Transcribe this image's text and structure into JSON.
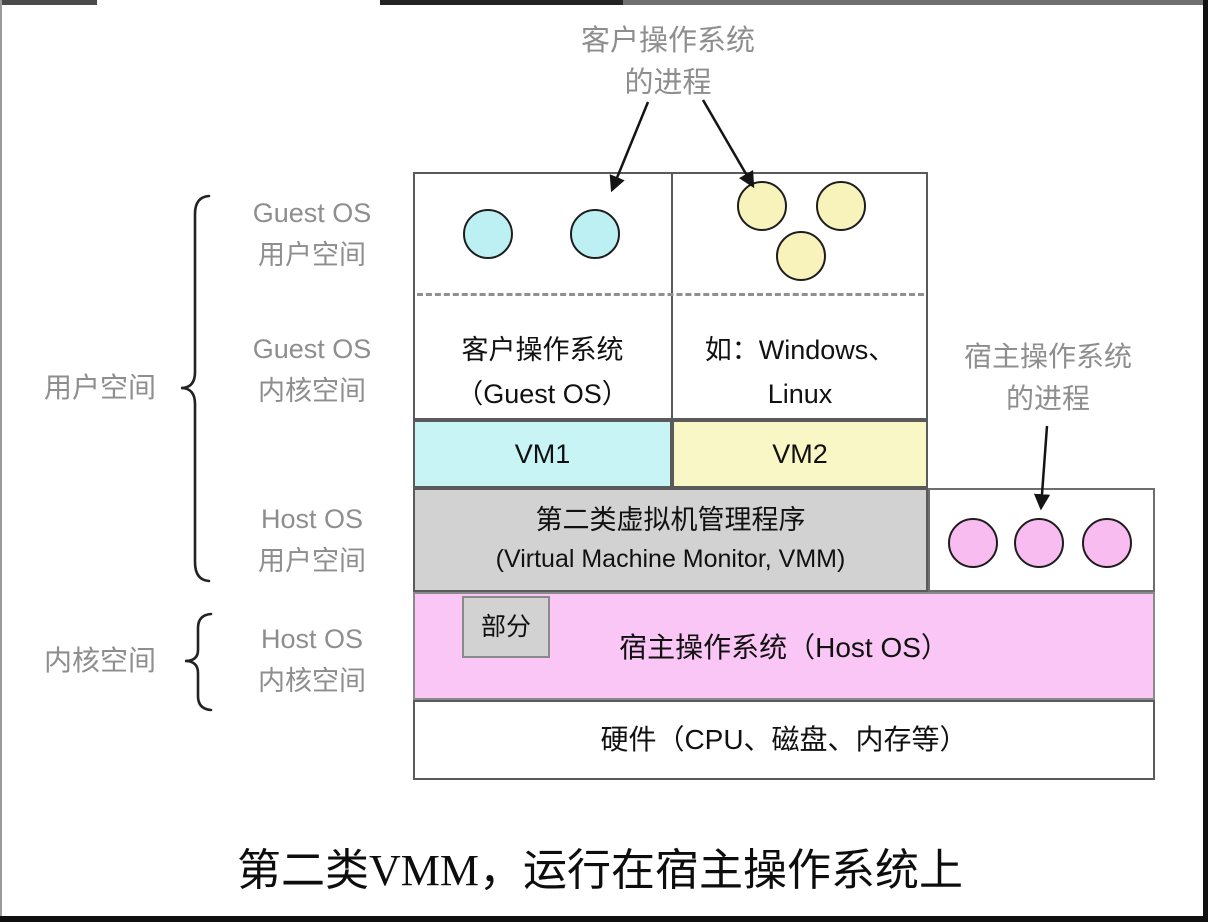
{
  "top_annotation": {
    "line1": "客户操作系统",
    "line2": "的进程"
  },
  "right_annotation": {
    "line1": "宿主操作系统",
    "line2": "的进程"
  },
  "left_panel": {
    "user_space_label": "用户空间",
    "kernel_space_label": "内核空间",
    "rows": [
      {
        "line1": "Guest OS",
        "line2": "用户空间"
      },
      {
        "line1": "Guest OS",
        "line2": "内核空间"
      },
      {
        "line1": "Host OS",
        "line2": "用户空间"
      },
      {
        "line1": "Host OS",
        "line2": "内核空间"
      }
    ]
  },
  "diagram": {
    "guest_os_box": {
      "line1": "客户操作系统",
      "line2": "（Guest OS）"
    },
    "examples_box": {
      "line1": "如：Windows、",
      "line2": "Linux"
    },
    "vm1_label": "VM1",
    "vm2_label": "VM2",
    "vmm_box": {
      "line1": "第二类虚拟机管理程序",
      "line2": "(Virtual Machine Monitor, VMM)"
    },
    "host_os_label": "宿主操作系统（Host OS）",
    "partial_label": "部分",
    "hardware_label": "硬件（CPU、磁盘、内存等）"
  },
  "caption": "第二类VMM，运行在宿主操作系统上",
  "colors": {
    "vm1_cyan": "#c8f4f6",
    "vm2_yellow": "#f9f7c6",
    "host_pink": "#fac6f5",
    "vmm_gray": "#d2d2d2",
    "annotation_gray": "#8e8e8e",
    "process_cyan": "#bdf0f3",
    "process_yellow": "#f8f3bb",
    "process_pink": "#f8bcf0"
  }
}
